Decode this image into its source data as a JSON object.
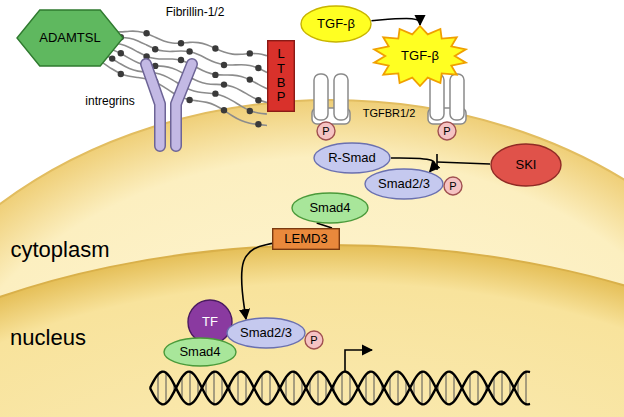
{
  "diagram": {
    "nodes": [
      {
        "text": [
          "ADAMTSL"
        ]
      },
      {
        "text": [
          "LTBP"
        ]
      },
      {
        "text": [
          "TGF-β"
        ]
      },
      {
        "text": [
          "TGF-β"
        ]
      },
      {
        "text": [
          "P"
        ]
      },
      {
        "text": [
          "P"
        ]
      },
      {
        "text": [
          "R-Smad"
        ]
      },
      {
        "text": [
          "SKI"
        ]
      },
      {
        "text": [
          "Smad2/3"
        ]
      },
      {
        "text": [
          "P"
        ]
      },
      {
        "text": [
          "Smad4"
        ]
      },
      {
        "text": [
          "LEMD3"
        ]
      },
      {
        "text": [
          "TF"
        ]
      },
      {
        "text": [
          "Smad2/3"
        ]
      },
      {
        "text": [
          "P"
        ]
      },
      {
        "text": [
          "Smad4"
        ]
      }
    ],
    "edges": [
      {
        "from": 2,
        "to": 3,
        "arrow": "to"
      },
      {
        "from": 6,
        "to": 8,
        "arrow": "to"
      },
      {
        "from": 10,
        "to": 11,
        "arrow": "none"
      },
      {
        "from": 11,
        "to": 13,
        "arrow": "to"
      }
    ],
    "labels": [
      "Fibrillin-1/2",
      "intregrins",
      "TGFBR1/2",
      "cytoplasm",
      "nucleus"
    ]
  }
}
